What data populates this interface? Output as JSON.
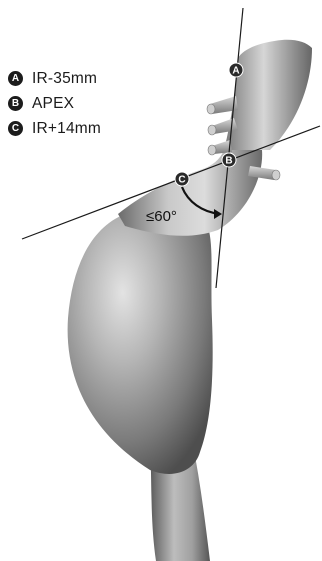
{
  "legend": {
    "items": [
      {
        "badge": "A",
        "text": "IR-35mm"
      },
      {
        "badge": "B",
        "text": "APEX"
      },
      {
        "badge": "C",
        "text": "IR+14mm"
      }
    ]
  },
  "markers": {
    "a": "A",
    "b": "B",
    "c": "C"
  },
  "angle_label": "≤60°",
  "colors": {
    "vessel_light": "#cfcfcf",
    "vessel_dark": "#5f5f5f",
    "lines": "#1a1a1a",
    "badges": "#1c1c1c"
  }
}
